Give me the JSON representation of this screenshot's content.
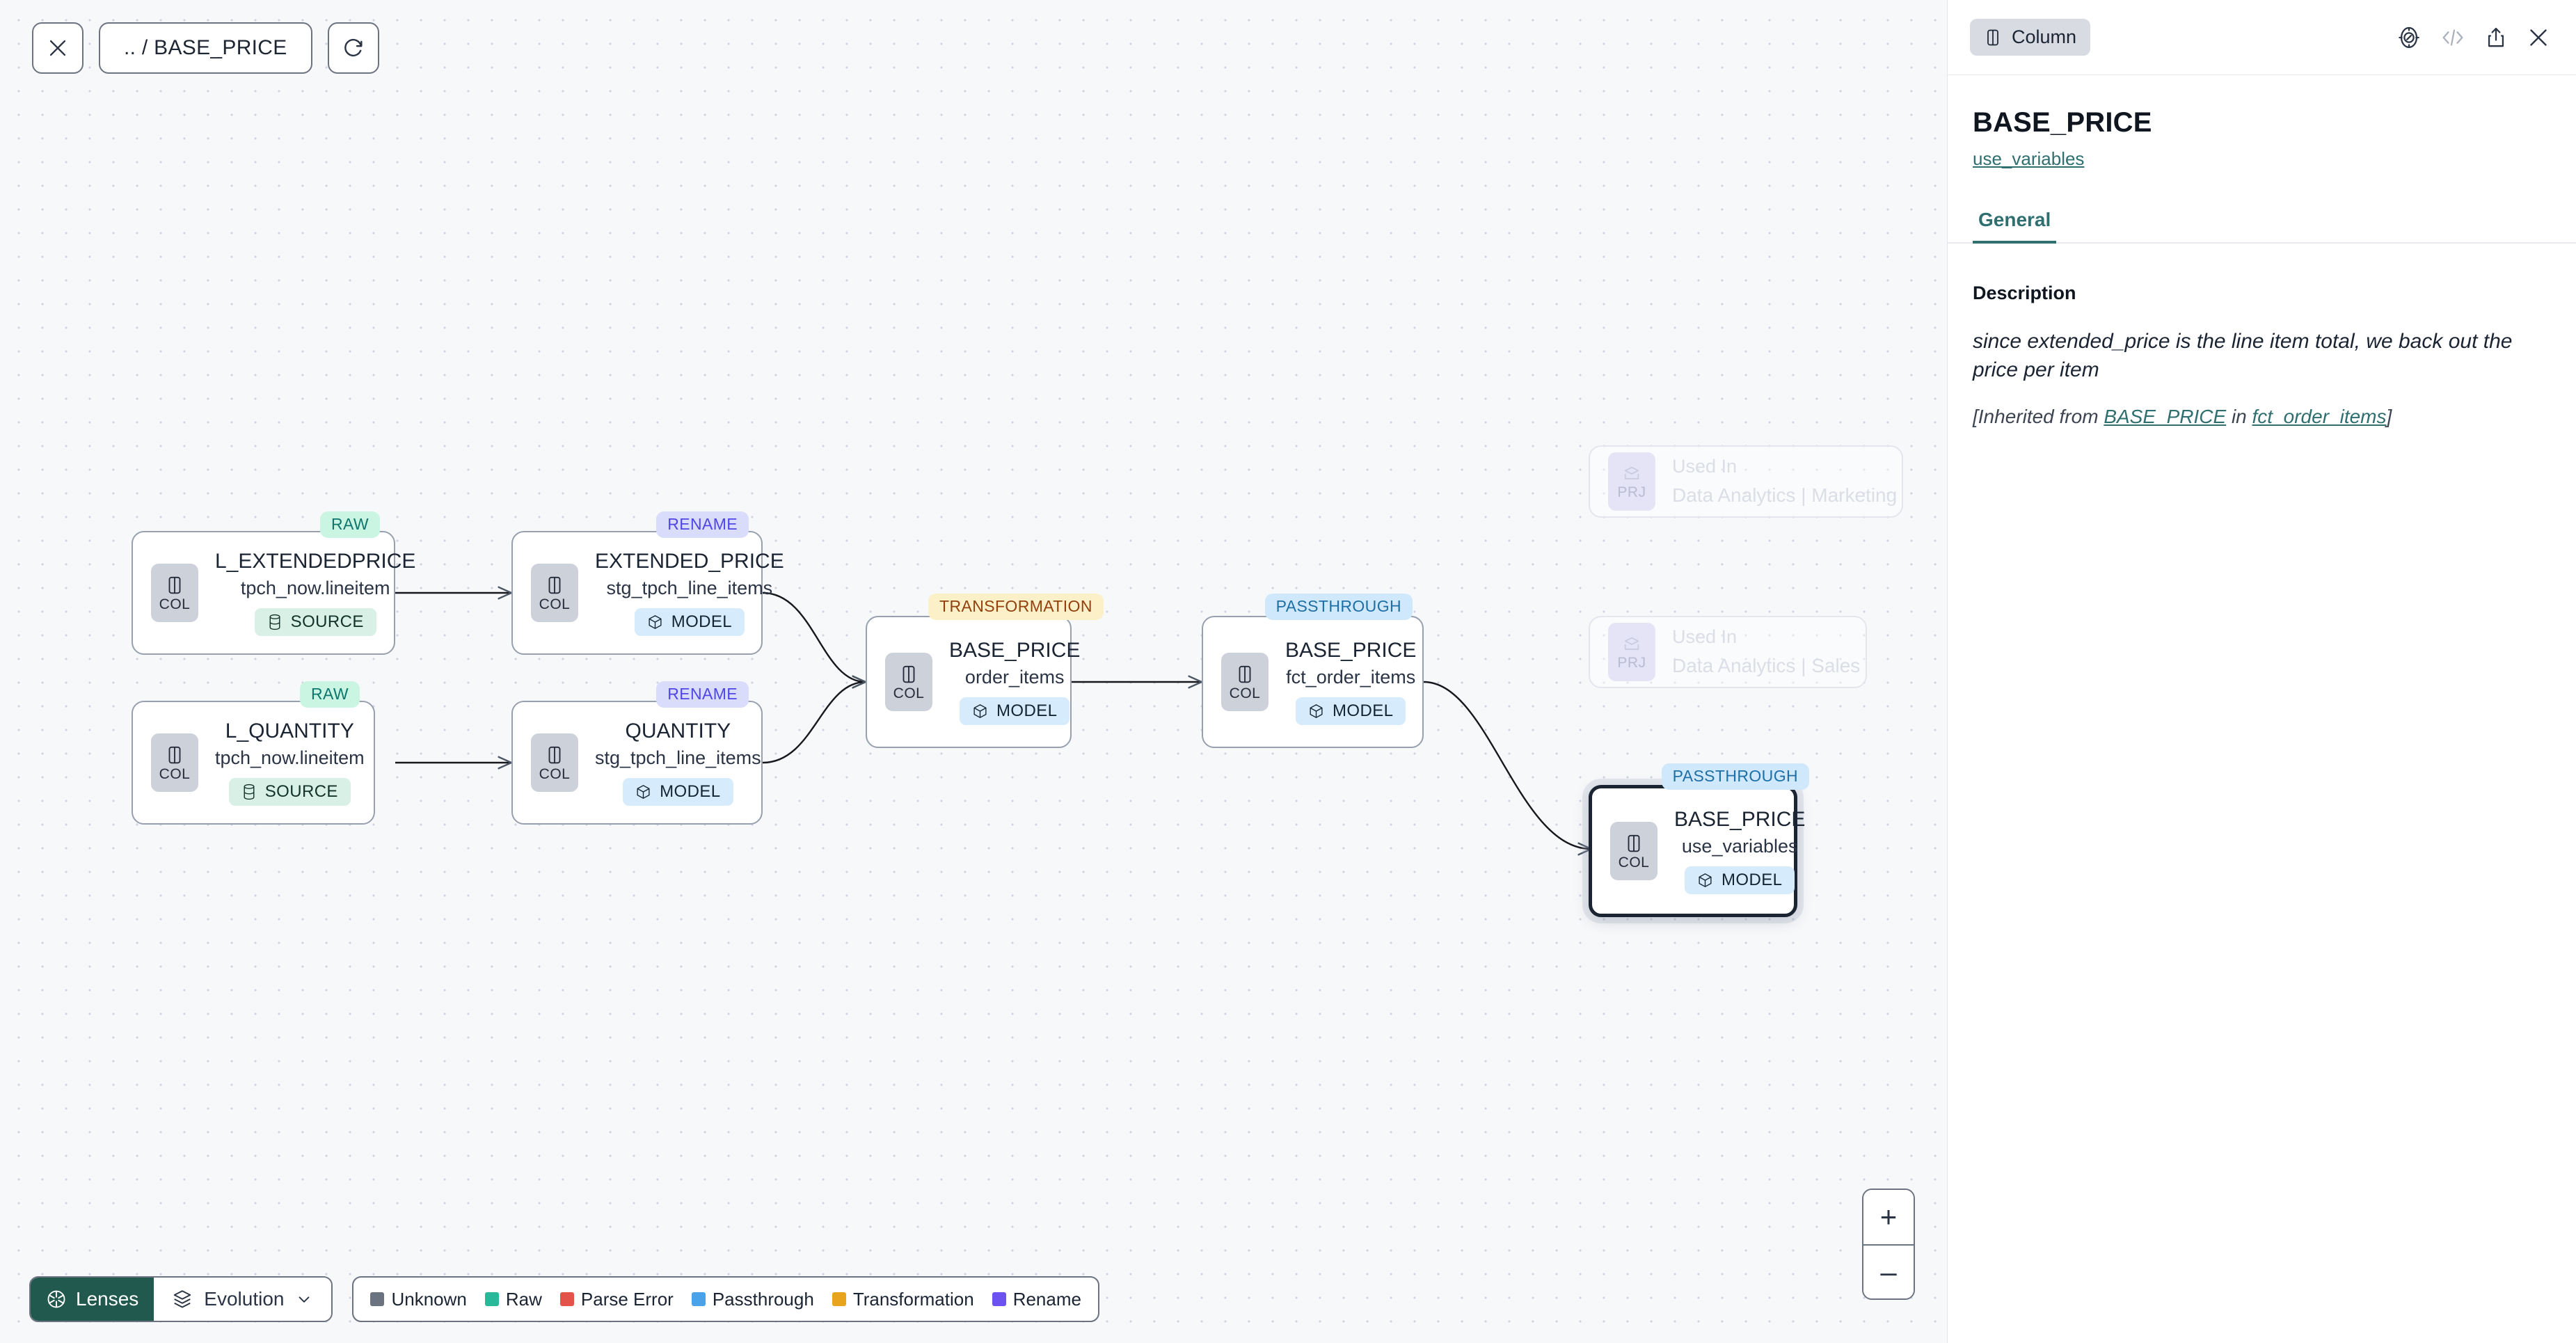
{
  "toolbar": {
    "close_icon": "close-icon",
    "breadcrumb_path": ".. / BASE_PRICE",
    "refresh_icon": "refresh-icon"
  },
  "graph": {
    "nodes": [
      {
        "id": "l_extendedprice",
        "type_badge": "RAW",
        "type_badge_style": "raw",
        "chip": "COL",
        "title": "L_EXTENDEDPRICE",
        "subtitle": "tpch_now.lineitem",
        "kind": "SOURCE",
        "kind_style": "source",
        "kind_icon": "database-icon",
        "selected": false
      },
      {
        "id": "l_quantity",
        "type_badge": "RAW",
        "type_badge_style": "raw",
        "chip": "COL",
        "title": "L_QUANTITY",
        "subtitle": "tpch_now.lineitem",
        "kind": "SOURCE",
        "kind_style": "source",
        "kind_icon": "database-icon",
        "selected": false
      },
      {
        "id": "extended_price",
        "type_badge": "RENAME",
        "type_badge_style": "rename",
        "chip": "COL",
        "title": "EXTENDED_PRICE",
        "subtitle": "stg_tpch_line_items",
        "kind": "MODEL",
        "kind_style": "model",
        "kind_icon": "cube-icon",
        "selected": false
      },
      {
        "id": "quantity",
        "type_badge": "RENAME",
        "type_badge_style": "rename",
        "chip": "COL",
        "title": "QUANTITY",
        "subtitle": "stg_tpch_line_items",
        "kind": "MODEL",
        "kind_style": "model",
        "kind_icon": "cube-icon",
        "selected": false
      },
      {
        "id": "base_price_order_items",
        "type_badge": "TRANSFORMATION",
        "type_badge_style": "transformation",
        "chip": "COL",
        "title": "BASE_PRICE",
        "subtitle": "order_items",
        "kind": "MODEL",
        "kind_style": "model",
        "kind_icon": "cube-icon",
        "selected": false
      },
      {
        "id": "base_price_fct_order_items",
        "type_badge": "PASSTHROUGH",
        "type_badge_style": "passthrough",
        "chip": "COL",
        "title": "BASE_PRICE",
        "subtitle": "fct_order_items",
        "kind": "MODEL",
        "kind_style": "model",
        "kind_icon": "cube-icon",
        "selected": false
      },
      {
        "id": "base_price_use_variables",
        "type_badge": "PASSTHROUGH",
        "type_badge_style": "passthrough",
        "chip": "COL",
        "title": "BASE_PRICE",
        "subtitle": "use_variables",
        "kind": "MODEL",
        "kind_style": "model",
        "kind_icon": "cube-icon",
        "selected": true
      }
    ],
    "ghost_nodes": [
      {
        "id": "used_in_marketing",
        "chip": "PRJ",
        "title": "Used In",
        "subtitle": "Data Analytics | Marketing"
      },
      {
        "id": "used_in_sales",
        "chip": "PRJ",
        "title": "Used In",
        "subtitle": "Data Analytics | Sales"
      }
    ]
  },
  "bottombar": {
    "lenses_label": "Lenses",
    "lenses_icon": "aperture-icon",
    "evolution_label": "Evolution",
    "evolution_icon": "layers-icon",
    "chevron_icon": "chevron-down-icon",
    "legend": [
      {
        "label": "Unknown",
        "color": "#6b7280"
      },
      {
        "label": "Raw",
        "color": "#2ab89a"
      },
      {
        "label": "Parse Error",
        "color": "#e4534a"
      },
      {
        "label": "Passthrough",
        "color": "#4aa3e8"
      },
      {
        "label": "Transformation",
        "color": "#e8a41c"
      },
      {
        "label": "Rename",
        "color": "#6c52f0"
      }
    ]
  },
  "zoom_controls": {
    "zoom_in": "+",
    "zoom_out": "–"
  },
  "panel": {
    "type_badge": "Column",
    "type_badge_icon": "column-icon",
    "actions": [
      {
        "name": "explore-icon"
      },
      {
        "name": "code-icon"
      },
      {
        "name": "share-icon"
      },
      {
        "name": "close-icon"
      }
    ],
    "title": "BASE_PRICE",
    "link": "use_variables",
    "tabs": [
      {
        "label": "General",
        "active": true
      }
    ],
    "description_label": "Description",
    "description_text": "since extended_price is the line item total, we back out the price per item",
    "inherited_prefix": "[Inherited from ",
    "inherited_link_1": "BASE_PRICE",
    "inherited_middle": " in ",
    "inherited_link_2": "fct_order_items",
    "inherited_suffix": "]"
  }
}
